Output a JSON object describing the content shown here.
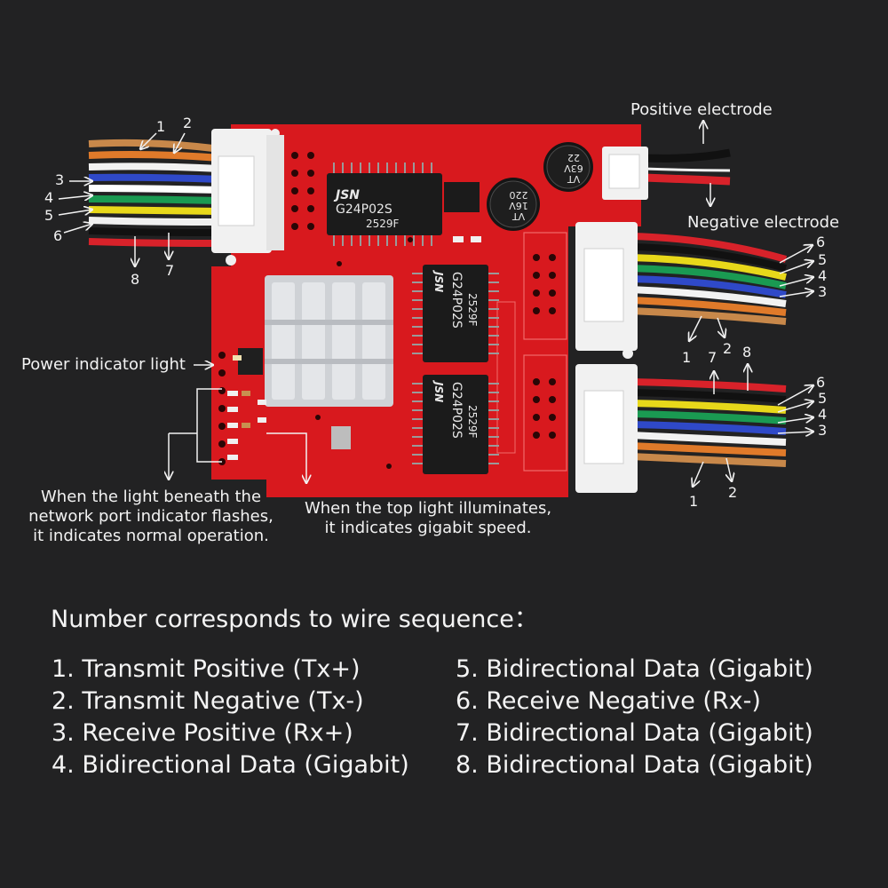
{
  "labels": {
    "positive_electrode": "Positive electrode",
    "negative_electrode": "Negative electrode",
    "power_indicator": "Power indicator light",
    "note_left_line1": "When the light beneath the",
    "note_left_line2": "network port indicator flashes,",
    "note_left_line3": "it indicates normal operation.",
    "note_right_line1": "When the top light illuminates,",
    "note_right_line2": "it indicates gigabit speed."
  },
  "chips": {
    "brand": "JSN",
    "model": "G24P02S",
    "code": "2529F"
  },
  "capacitors": {
    "small": {
      "line1": "22",
      "line2": "63V",
      "line3": "VT"
    },
    "large": {
      "line1": "220",
      "line2": "16V",
      "line3": "VT"
    }
  },
  "wire_numbers": {
    "left": [
      "1",
      "2",
      "3",
      "4",
      "5",
      "6",
      "7",
      "8"
    ],
    "right_top": [
      "6",
      "5",
      "4",
      "3",
      "1",
      "2"
    ],
    "right_bottom": [
      "7",
      "8",
      "6",
      "5",
      "4",
      "3",
      "1",
      "2"
    ]
  },
  "legend": {
    "heading": "Number corresponds to wire sequence：",
    "left": [
      "1. Transmit Positive (Tx+)",
      "2. Transmit Negative (Tx-)",
      "3. Receive Positive (Rx+)",
      "4. Bidirectional Data (Gigabit)"
    ],
    "right": [
      "5. Bidirectional Data (Gigabit)",
      "6. Receive Negative (Rx-)",
      "7. Bidirectional Data (Gigabit)",
      "8. Bidirectional Data (Gigabit)"
    ]
  },
  "colors": {
    "background": "#222223",
    "board": "#d8191e",
    "heatsink": "#d9dbde",
    "chip": "#1b1b1b"
  }
}
